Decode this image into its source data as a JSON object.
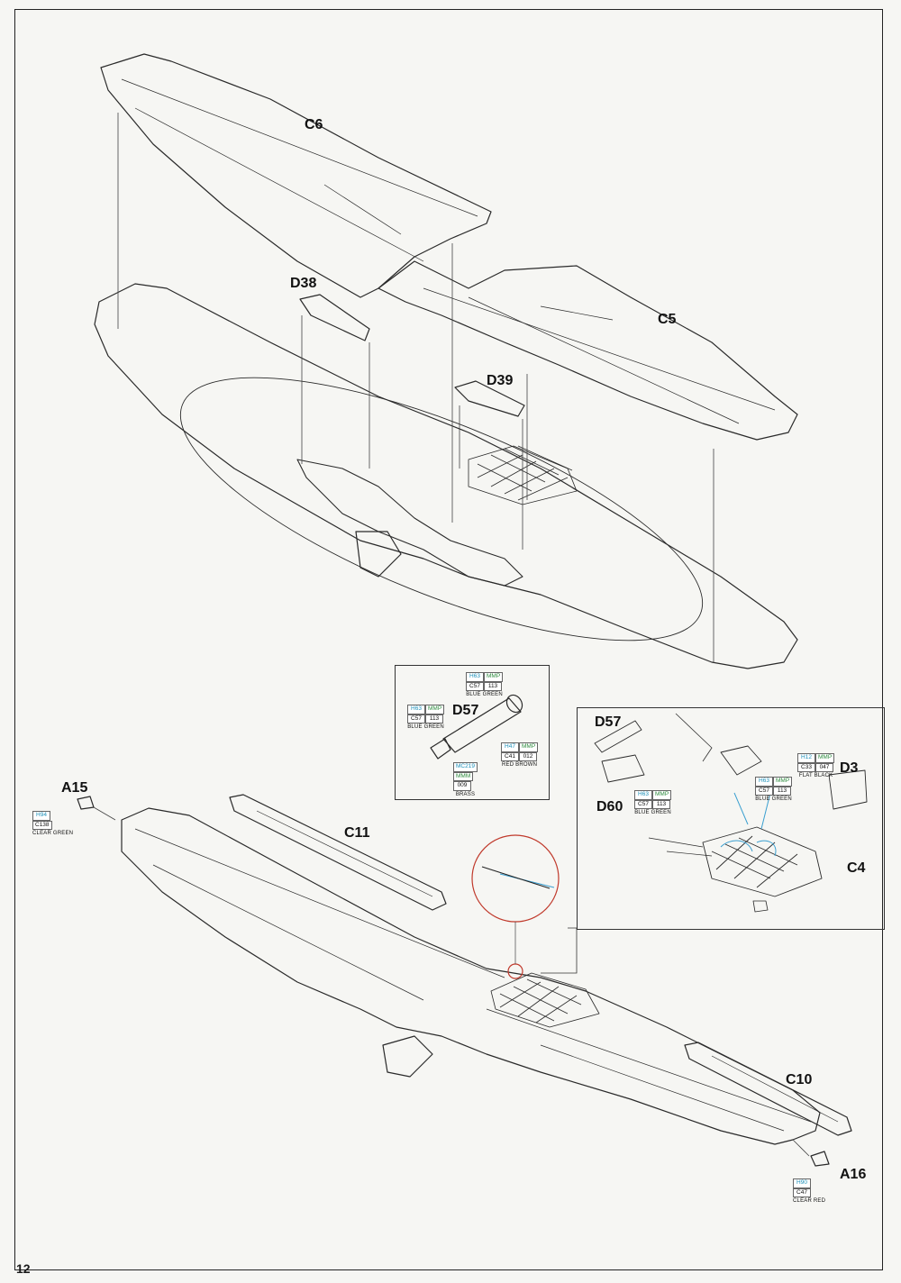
{
  "page": {
    "number": "12"
  },
  "parts": {
    "c6": "C6",
    "c5": "C5",
    "d38": "D38",
    "d39": "D39",
    "d57_a": "D57",
    "d57_b": "D57",
    "d60": "D60",
    "d3": "D3",
    "c4": "C4",
    "a15": "A15",
    "a16": "A16",
    "c11": "C11",
    "c10": "C10"
  },
  "paint_callouts": {
    "d57_top": {
      "h": "H63",
      "mmp": "MMP",
      "c": "C57",
      "num": "113",
      "name": "BLUE GREEN"
    },
    "d57_left": {
      "h": "H63",
      "mmp": "MMP",
      "c": "C57",
      "num": "113",
      "name": "BLUE GREEN"
    },
    "d57_red": {
      "h": "H47",
      "mmp": "MMP",
      "c": "C41",
      "num": "012",
      "name": "RED BROWN"
    },
    "d57_brass": {
      "h": "MC219",
      "mmp": "MMM",
      "num": "009",
      "name": "BRASS"
    },
    "d60": {
      "h": "H63",
      "mmp": "MMP",
      "c": "C57",
      "num": "113",
      "name": "BLUE GREEN"
    },
    "d3": {
      "h": "H12",
      "mmp": "MMP",
      "c": "C33",
      "num": "047",
      "name": "FLAT BLACK"
    },
    "c4_detail": {
      "h": "H63",
      "mmp": "MMP",
      "c": "C57",
      "num": "113",
      "name": "BLUE GREEN"
    },
    "a15": {
      "h": "H94",
      "c": "C138",
      "name": "CLEAR GREEN"
    },
    "a16": {
      "h": "H90",
      "c": "C47",
      "name": "CLEAR RED"
    }
  },
  "colors": {
    "line": "#2a2a2a",
    "guide": "#444444",
    "highlight_circle": "#c0392b",
    "blue_detail": "#3a9fd0"
  }
}
